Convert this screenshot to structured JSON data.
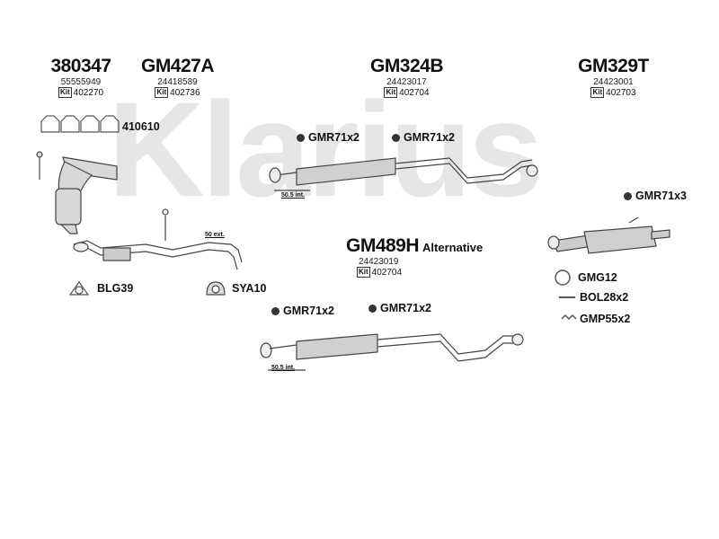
{
  "watermark": "Klarius",
  "parts": {
    "p380347": {
      "code": "380347",
      "oe": "55555949",
      "kit_label": "Kit",
      "kit": "402270"
    },
    "gm427a": {
      "code": "GM427A",
      "oe": "24418589",
      "kit_label": "Kit",
      "kit": "402736"
    },
    "gm324b": {
      "code": "GM324B",
      "oe": "24423017",
      "kit_label": "Kit",
      "kit": "402704"
    },
    "gm329t": {
      "code": "GM329T",
      "oe": "24423001",
      "kit_label": "Kit",
      "kit": "402703"
    },
    "gm489h": {
      "code": "GM489H",
      "alt": "Alternative",
      "oe": "24423019",
      "kit_label": "Kit",
      "kit": "402704"
    }
  },
  "accessories": {
    "gasket_set": "410610",
    "gmr_a": "GMR71x2",
    "gmr_b": "GMR71x2",
    "gmr_c": "GMR71x3",
    "gmr_d": "GMR71x2",
    "gmr_e": "GMR71x2",
    "blg": "BLG39",
    "sya": "SYA10",
    "gmg": "GMG12",
    "bol": "BOL28x2",
    "gmp": "GMP55x2"
  },
  "dimensions": {
    "int_top": "50.5 int.",
    "ext": "50 ext.",
    "int_bottom": "50.5 int."
  },
  "colors": {
    "line": "#333333",
    "watermark": "#e6e6e6",
    "part": "#555555"
  }
}
